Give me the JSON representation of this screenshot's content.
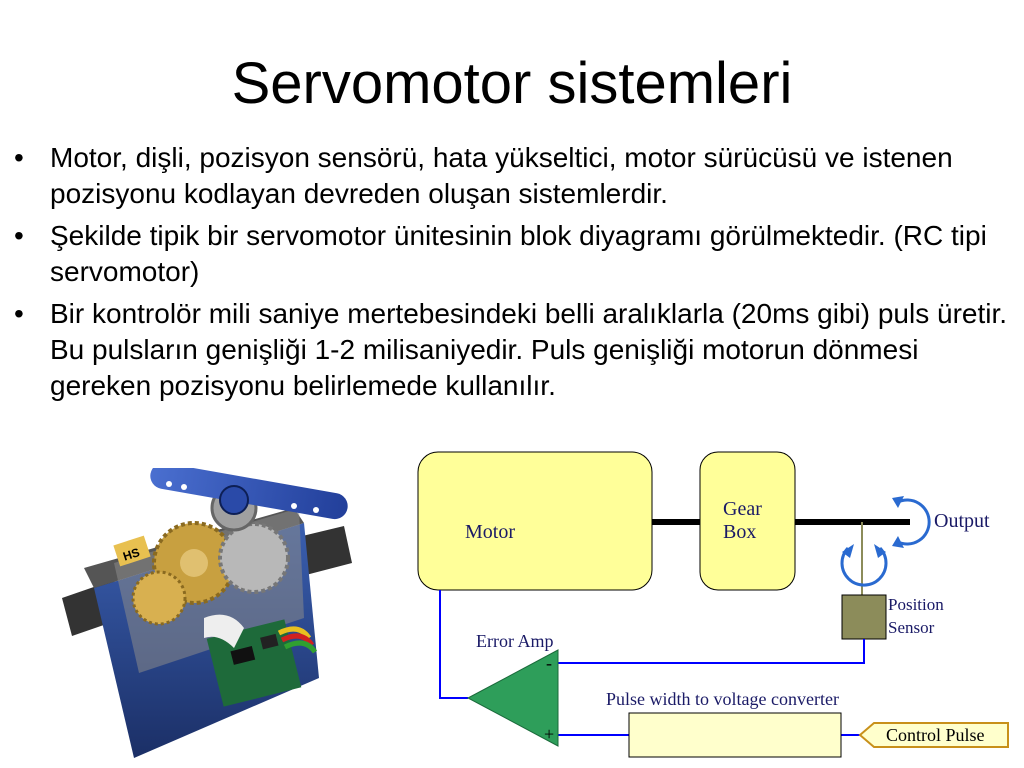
{
  "slide": {
    "title": "Servomotor sistemleri",
    "bullets": [
      "Motor, dişli, pozisyon sensörü, hata yükseltici, motor sürücüsü ve istenen pozisyonu kodlayan devreden oluşan sistemlerdir.",
      "Şekilde tipik bir servomotor ünitesinin blok diyagramı görülmektedir. (RC tipi servomotor)",
      "Bir kontrolör mili saniye mertebesindeki belli aralıklarla (20ms gibi) puls üretir. Bu pulsların genişliği 1-2 milisaniyedir. Puls genişliği motorun dönmesi gereken pozisyonu belirlemede kullanılır."
    ],
    "bullet_glyph": "•"
  },
  "photo": {
    "servo_label": "HS"
  },
  "diagram": {
    "motor_label": "Motor",
    "gearbox_label_1": "Gear",
    "gearbox_label_2": "Box",
    "output_label": "Output",
    "sensor_label_1": "Position",
    "sensor_label_2": "Sensor",
    "error_amp_label": "Error Amp",
    "minus_sign": "-",
    "plus_sign": "+",
    "converter_label": "Pulse width to voltage converter",
    "control_pulse_label": "Control Pulse"
  },
  "colors": {
    "block_fill": "#ffff99",
    "converter_fill": "#ffffcc",
    "wire_blue": "#0000ff",
    "amp_green": "#2e9e5a",
    "sensor_fill": "#8c8c5a",
    "text_navy": "#1a1a66",
    "shaft": "#000000"
  }
}
